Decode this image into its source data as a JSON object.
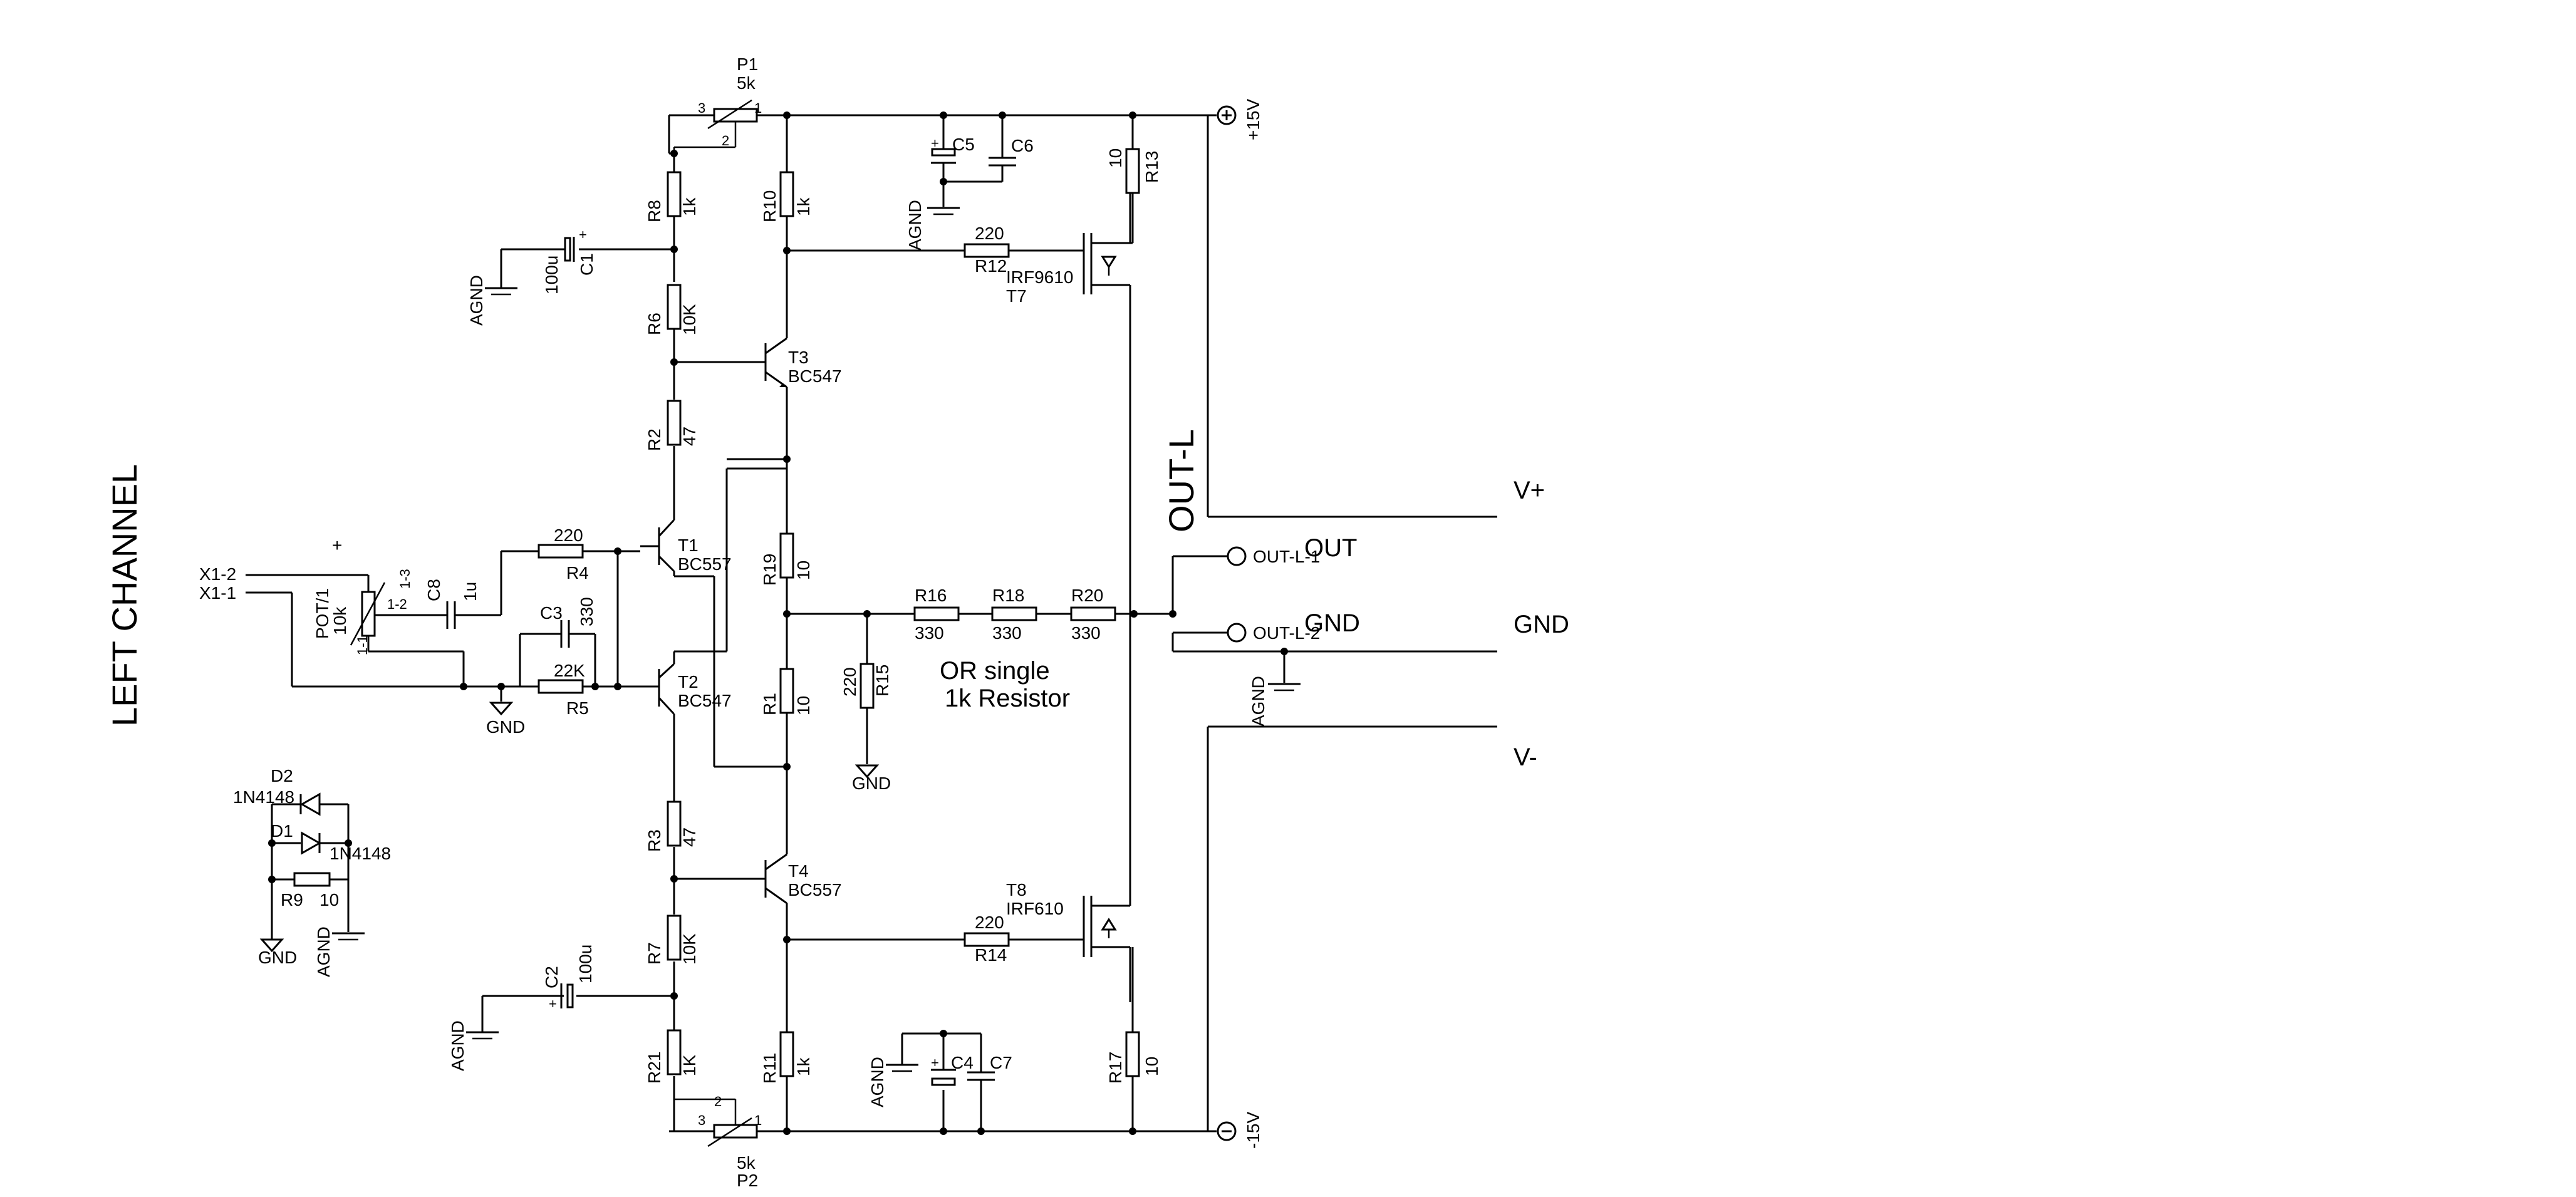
{
  "diagram": {
    "left_channel": "LEFT CHANNEL",
    "out_l": "OUT-L",
    "note_line1": "OR single",
    "note_line2": "1k Resistor",
    "plus_sign": "+",
    "gnd": "GND",
    "agnd": "AGND",
    "rails": {
      "pos": "+15V",
      "neg": "-15V"
    },
    "outputs": {
      "vplus": "V+",
      "gnd": "GND",
      "vminus": "V-",
      "out": "OUT",
      "gnd2": "GND"
    },
    "connectors": {
      "x12": "X1-2",
      "x11": "X1-1",
      "outl1": "OUT-L-1",
      "outl2": "OUT-L-2"
    },
    "pot1": {
      "name": "POT/1",
      "value": "10k",
      "pin13": "1-3",
      "pin12": "1-2",
      "pin11": "1-1"
    },
    "p1": {
      "name": "P1",
      "value": "5k",
      "pin3": "3",
      "pin2": "2",
      "pin1": "1"
    },
    "p2": {
      "name": "P2",
      "value": "5k",
      "pin3": "3",
      "pin2": "2",
      "pin1": "1"
    },
    "resistors": {
      "r1": {
        "name": "R1",
        "value": "10"
      },
      "r2": {
        "name": "R2",
        "value": "47"
      },
      "r3": {
        "name": "R3",
        "value": "47"
      },
      "r4": {
        "name": "R4",
        "value": "220"
      },
      "r5": {
        "name": "R5",
        "value": "22K"
      },
      "r6": {
        "name": "R6",
        "value": "10K"
      },
      "r7": {
        "name": "R7",
        "value": "10K"
      },
      "r8": {
        "name": "R8",
        "value": "1k"
      },
      "r9": {
        "name": "R9",
        "value": "10"
      },
      "r10": {
        "name": "R10",
        "value": "1k"
      },
      "r11": {
        "name": "R11",
        "value": "1k"
      },
      "r12": {
        "name": "R12",
        "value": "220"
      },
      "r13": {
        "name": "R13",
        "value": "10"
      },
      "r14": {
        "name": "R14",
        "value": "220"
      },
      "r15": {
        "name": "R15",
        "value": "220"
      },
      "r16": {
        "name": "R16",
        "value": "330"
      },
      "r17": {
        "name": "R17",
        "value": "10"
      },
      "r18": {
        "name": "R18",
        "value": "330"
      },
      "r19": {
        "name": "R19",
        "value": "10"
      },
      "r20": {
        "name": "R20",
        "value": "330"
      },
      "r21": {
        "name": "R21",
        "value": "1K"
      }
    },
    "capacitors": {
      "c1": {
        "name": "C1",
        "value": "100u"
      },
      "c2": {
        "name": "C2",
        "value": "100u"
      },
      "c3": {
        "name": "C3",
        "value": "330"
      },
      "c4": {
        "name": "C4",
        "value": ""
      },
      "c5": {
        "name": "C5",
        "value": ""
      },
      "c6": {
        "name": "C6",
        "value": ""
      },
      "c7": {
        "name": "C7",
        "value": ""
      },
      "c8": {
        "name": "C8",
        "value": "1u"
      }
    },
    "transistors": {
      "t1": {
        "name": "T1",
        "value": "BC557"
      },
      "t2": {
        "name": "T2",
        "value": "BC547"
      },
      "t3": {
        "name": "T3",
        "value": "BC547"
      },
      "t4": {
        "name": "T4",
        "value": "BC557"
      },
      "t7": {
        "name": "T7",
        "value": "IRF9610"
      },
      "t8": {
        "name": "T8",
        "value": "IRF610"
      }
    },
    "diodes": {
      "d1": {
        "name": "D1",
        "value": "1N4148"
      },
      "d2": {
        "name": "D2",
        "value": "1N4148"
      }
    }
  }
}
